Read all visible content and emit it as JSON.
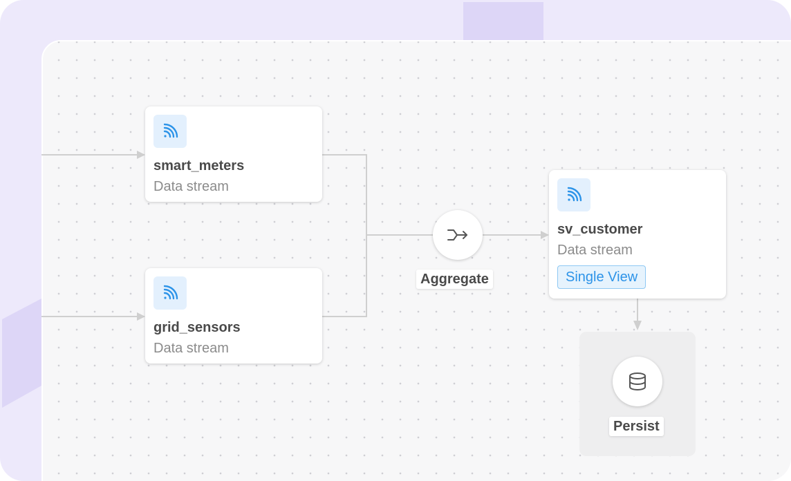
{
  "colors": {
    "accent": "#2c93e8",
    "frame": "#ede9fb",
    "canvas": "#f7f7f8",
    "wire": "#cfcfcf"
  },
  "nodes": {
    "smart_meters": {
      "title": "smart_meters",
      "subtitle": "Data stream",
      "icon": "rss-stream-icon"
    },
    "grid_sensors": {
      "title": "grid_sensors",
      "subtitle": "Data stream",
      "icon": "rss-stream-icon"
    },
    "sv_customer": {
      "title": "sv_customer",
      "subtitle": "Data stream",
      "badge": "Single View",
      "icon": "rss-stream-icon"
    }
  },
  "operations": {
    "aggregate": {
      "label": "Aggregate",
      "icon": "merge-arrow-icon"
    },
    "persist": {
      "label": "Persist",
      "icon": "database-icon"
    }
  }
}
